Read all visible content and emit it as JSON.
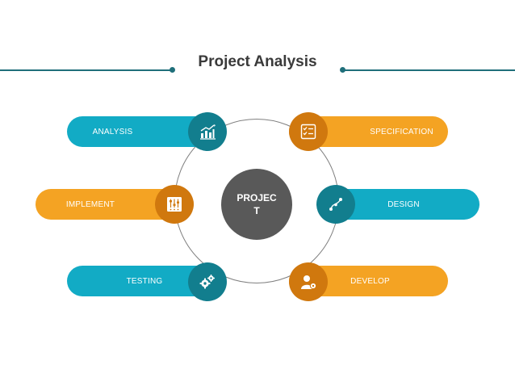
{
  "title": "Project Analysis",
  "center_label": "PROJECT",
  "colors": {
    "teal": "#12abc5",
    "teal_dark": "#127e8e",
    "orange": "#f4a323",
    "orange_dark": "#d0780e",
    "center": "#595959",
    "rule": "#1f6f7a"
  },
  "items": [
    {
      "label": "ANALYSIS",
      "icon": "bar-chart-icon"
    },
    {
      "label": "SPECIFICATION",
      "icon": "checklist-icon"
    },
    {
      "label": "IMPLEMENT",
      "icon": "sliders-icon"
    },
    {
      "label": "DESIGN",
      "icon": "pen-curve-icon"
    },
    {
      "label": "TESTING",
      "icon": "gears-icon"
    },
    {
      "label": "DEVELOP",
      "icon": "developer-icon"
    }
  ]
}
